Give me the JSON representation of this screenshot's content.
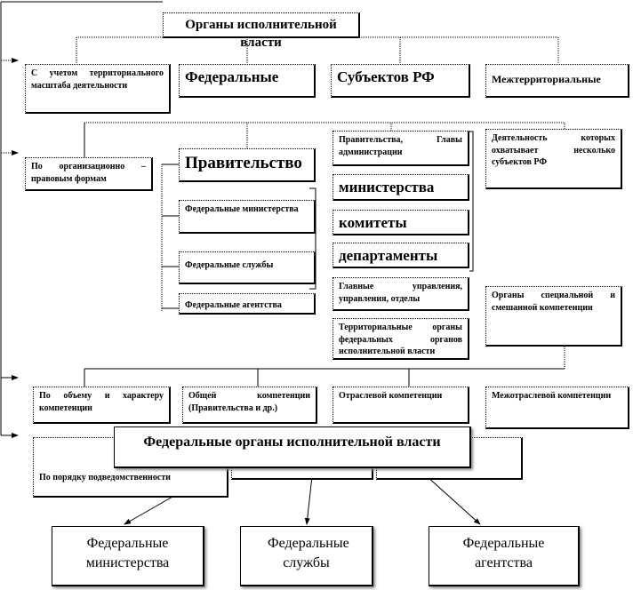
{
  "title": "Органы исполнительной власти",
  "territorial": {
    "criterion": "С учетом территориального масштаба деятельности",
    "items": [
      "Федеральные",
      "Субъектов РФ",
      "Межтерриториальные"
    ]
  },
  "org_legal": {
    "criterion": "По организационно – правовым формам",
    "federal": [
      "Правительство",
      "Федеральные министерства",
      "Федеральные службы",
      "Федеральные агентства"
    ],
    "regional": [
      "Правительства, Главы администрации",
      "министерства",
      "комитеты",
      "департаменты",
      "Главные управления, управления, отделы",
      "Территориальные органы федеральных органов исполнительной власти"
    ],
    "interterritorial": "Деятельность которых охватывает несколько субъектов РФ",
    "special": "Органы специальной и смешанной компетенции"
  },
  "competence": {
    "criterion": "По объему и характеру компетенции",
    "items": [
      "Общей компетенции (Правительства и др.)",
      "Отраслевой компетенции",
      "Межотраслевой компетенции"
    ]
  },
  "subordination": {
    "criterion": "По порядку подведомственности"
  },
  "federal_bodies": {
    "title": "Федеральные органы исполнительной власти",
    "items": [
      "Федеральные министерства",
      "Федеральные службы",
      "Федеральные агентства"
    ]
  }
}
